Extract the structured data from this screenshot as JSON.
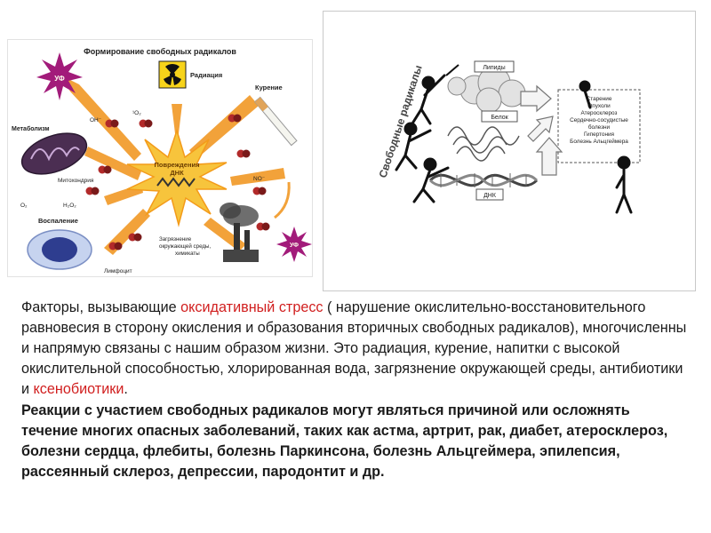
{
  "left_diagram": {
    "title": "Формирование свободных радикалов",
    "center_label_1": "Повреждения",
    "center_label_2": "ДНК",
    "labels": {
      "uv_top": "УФ",
      "radiation": "Радиация",
      "smoking": "Курение",
      "metabolism": "Метаболизм",
      "mitochondria": "Митохондрия",
      "inflammation": "Воспаление",
      "lymphocyte": "Лимфоцит",
      "pollution_1": "Загрязнение",
      "pollution_2": "окружающей среды,",
      "pollution_3": "химикаты",
      "uv_bottom": "УФ"
    },
    "formulas": {
      "o2": "O₂",
      "h2o2": "H₂O₂",
      "oh": "OH⁻",
      "o2r": "¹O₂",
      "no": "NO⁻"
    },
    "colors": {
      "burst": "#f7c43c",
      "arrow": "#f2a23a",
      "molecule": "#b22a2a",
      "uv": "#a21b7a"
    }
  },
  "right_diagram": {
    "vertical_label": "Свободные радикалы",
    "lipids": "Липиды",
    "protein": "Белок",
    "dna": "ДНК",
    "diseases": [
      "Старение",
      "Опухоли",
      "Атеросклероз",
      "Сердечно-сосудистые",
      "болезни",
      "Гипертония",
      "Болезнь Альцгеймера"
    ]
  },
  "caption": {
    "p1_a": "Факторы, вызывающие ",
    "p1_hl": "оксидативный стресс",
    "p1_b": "  ( нарушение окислительно-восстановительного равновесия в сторону окисления и образования вторичных свободных радикалов), многочисленны и напрямую связаны с нашим образом жизни. Это радиация, курение, напитки с высокой окислительной способностью, хлорированная вода, загрязнение окружающей среды, антибиотики и ",
    "p1_hl2": "ксенобиотики",
    "p1_c": ".",
    "p2": "Реакции с участием свободных радикалов могут являться причиной или осложнять течение многих опасных заболеваний, таких как астма, артрит, рак, диабет, атеросклероз, болезни сердца, флебиты, болезнь Паркинсона, болезнь Альцгеймера, эпилепсия, рассеянный склероз, депрессии, пародонтит и др."
  }
}
